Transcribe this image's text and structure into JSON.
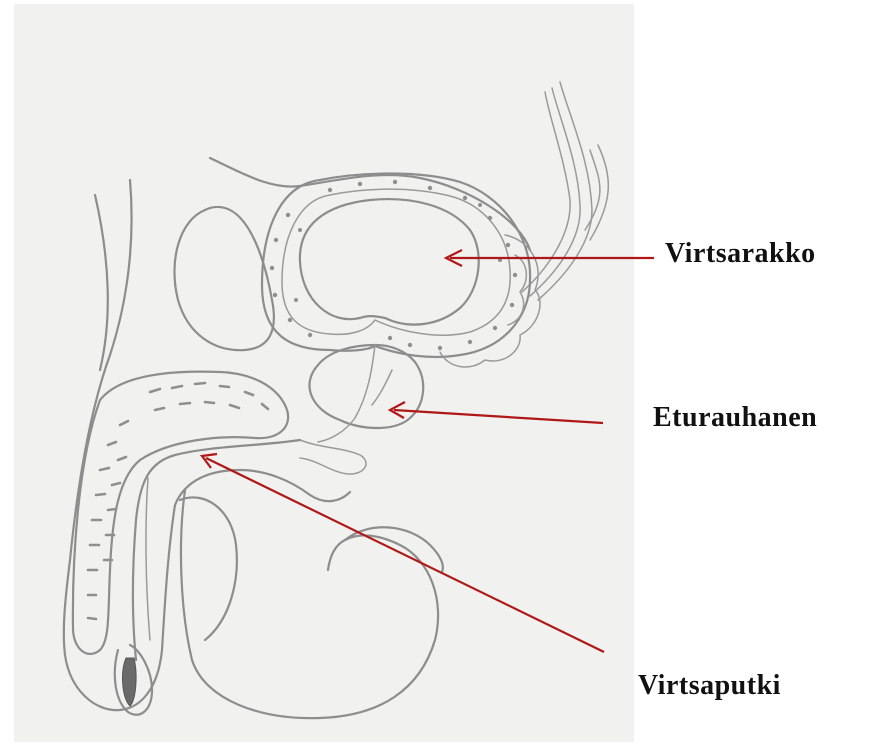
{
  "labels": {
    "bladder": "Virtsarakko",
    "prostate": "Eturauhanen",
    "urethra": "Virtsaputki"
  },
  "colors": {
    "paper": "#f1f1ef",
    "pencil": "#8d8d8d",
    "arrow": "#b01818",
    "text": "#111111"
  }
}
